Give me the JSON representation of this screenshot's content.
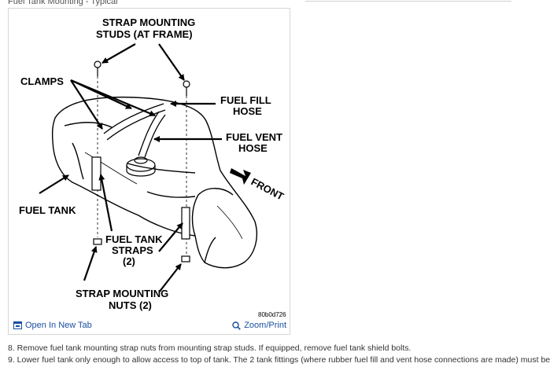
{
  "figure": {
    "caption": "Fuel Tank Mounting - Typical",
    "code": "80b0d726",
    "labels": {
      "strap_studs_1": "STRAP MOUNTING",
      "strap_studs_2": "STUDS (AT FRAME)",
      "clamps": "CLAMPS",
      "fill_hose_1": "FUEL FILL",
      "fill_hose_2": "HOSE",
      "vent_hose_1": "FUEL VENT",
      "vent_hose_2": "HOSE",
      "front": "FRONT",
      "fuel_tank": "FUEL TANK",
      "straps_1": "FUEL TANK",
      "straps_2": "STRAPS",
      "straps_3": "(2)",
      "nuts_1": "STRAP MOUNTING",
      "nuts_2": "NUTS (2)"
    },
    "open_new_tab": "Open In New Tab",
    "zoom_print": "Zoom/Print",
    "icons": {
      "open": "open-tab-icon",
      "zoom": "magnifier-icon"
    }
  },
  "steps": [
    "8. Remove fuel tank mounting strap nuts from mounting strap studs. If equipped, remove fuel tank shield bolts.",
    "9. Lower fuel tank only enough to allow access to top of tank. The 2 tank fittings (where rubber fuel fill and vent hose connections are made) must be"
  ],
  "colors": {
    "link": "#1a4fa0",
    "border": "#d6d6d6",
    "text": "#333333"
  }
}
